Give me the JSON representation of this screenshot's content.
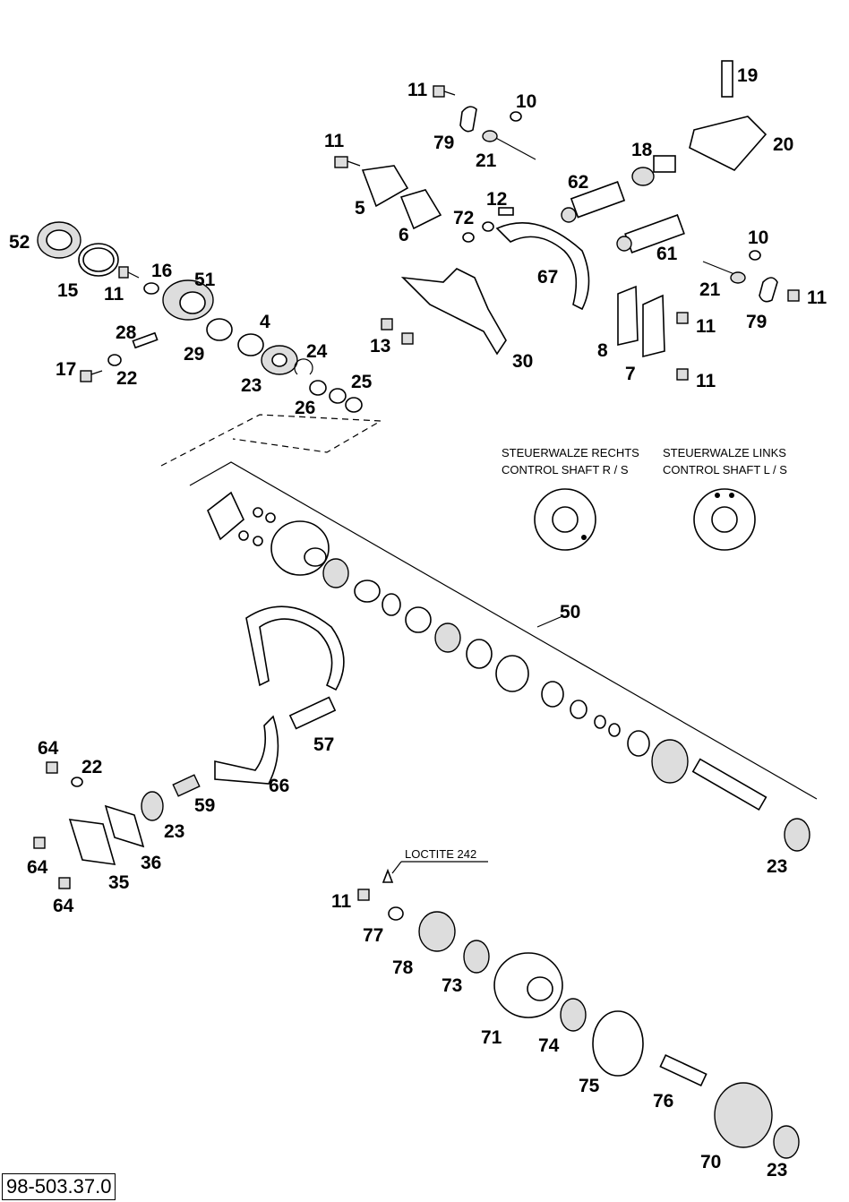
{
  "document_number": "98-503.37.0",
  "notes": {
    "shaft_right_de": "STEUERWALZE RECHTS",
    "shaft_right_en": "CONTROL SHAFT R / S",
    "shaft_left_de": "STEUERWALZE LINKS",
    "shaft_left_en": "CONTROL SHAFT L / S",
    "loctite": "LOCTITE 242"
  },
  "callouts": [
    "11",
    "10",
    "79",
    "21",
    "19",
    "20",
    "11",
    "18",
    "62",
    "5",
    "12",
    "72",
    "6",
    "52",
    "16",
    "51",
    "15",
    "11",
    "10",
    "61",
    "67",
    "21",
    "11",
    "79",
    "4",
    "28",
    "29",
    "24",
    "13",
    "30",
    "11",
    "8",
    "17",
    "22",
    "23",
    "25",
    "26",
    "7",
    "11",
    "50",
    "57",
    "64",
    "22",
    "66",
    "59",
    "23",
    "36",
    "35",
    "64",
    "64",
    "23",
    "11",
    "77",
    "78",
    "73",
    "71",
    "74",
    "75",
    "76",
    "70",
    "23"
  ]
}
